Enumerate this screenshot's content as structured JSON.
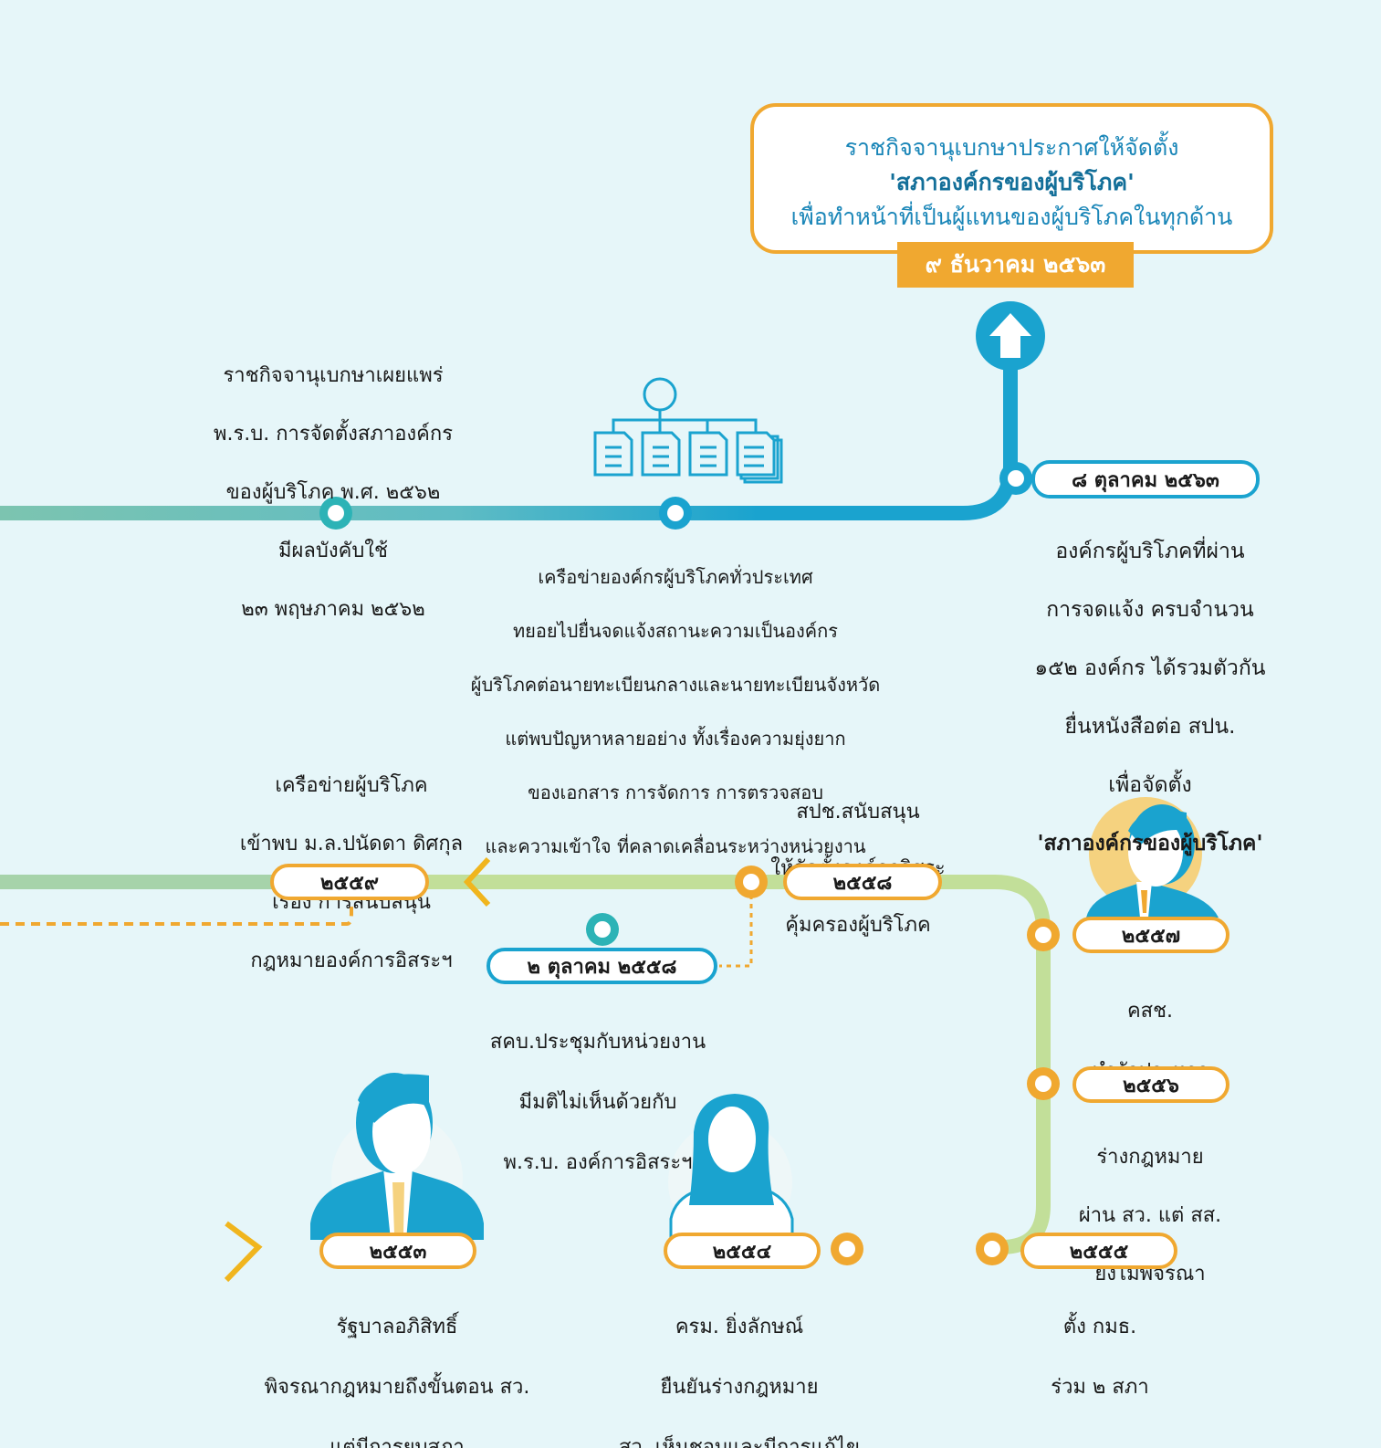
{
  "top_box": {
    "line1": "ราชกิจจานุเบกษาประกาศให้จัดตั้ง",
    "line2": "'สภาองค์กรของผู้บริโภค'",
    "line3": "เพื่อทำหน้าที่เป็นผู้แทนของผู้บริโภคในทุกด้าน",
    "date": "๙ ธันวาคม ๒๕๖๓"
  },
  "events": {
    "e2562": {
      "lines": [
        "ราชกิจจานุเบกษาเผยแพร่",
        "พ.ร.บ. การจัดตั้งสภาองค์กร",
        "ของผู้บริโภค พ.ศ. ๒๕๖๒",
        "มีผลบังคับใช้",
        "๒๓ พฤษภาคม ๒๕๖๒"
      ]
    },
    "network": {
      "lines": [
        "เครือข่ายองค์กรผู้บริโภคทั่วประเทศ",
        "ทยอยไปยื่นจดแจ้งสถานะความเป็นองค์กร",
        "ผู้บริโภคต่อนายทะเบียนกลางและนายทะเบียนจังหวัด",
        "แต่พบปัญหาหลายอย่าง ทั้งเรื่องความยุ่งยาก",
        "ของเอกสาร การจัดการ การตรวจสอบ",
        "และความเข้าใจ ที่คลาดเคลื่อนระหว่างหน่วยงาน"
      ]
    },
    "oct2563": {
      "date": "๘ ตุลาคม ๒๕๖๓",
      "lines": [
        "องค์กรผู้บริโภคที่ผ่าน",
        "การจดแจ้ง ครบจำนวน",
        "๑๕๒ องค์กร ได้รวมตัวกัน",
        "ยื่นหนังสือต่อ สปน.",
        "เพื่อจัดตั้ง"
      ],
      "bold_line": "'สภาองค์กรของผู้บริโภค'"
    },
    "y2559": {
      "year": "๒๕๕๙",
      "lines": [
        "เครือข่ายผู้บริโภค",
        "เข้าพบ ม.ล.ปนัดดา ดิศกุล",
        "เรื่อง การสนับสนุน",
        "กฎหมายองค์การอิสระฯ"
      ]
    },
    "y2558": {
      "year": "๒๕๕๘",
      "lines": [
        "สปช.สนับสนุน",
        "ให้จัดตั้งองค์กรอิสระ",
        "คุ้มครองผู้บริโภค"
      ]
    },
    "oct2558": {
      "date": "๒ ตุลาคม ๒๕๕๘",
      "lines": [
        "สคบ.ประชุมกับหน่วยงาน",
        "มีมติไม่เห็นด้วยกับ",
        "พ.ร.บ. องค์การอิสระฯ"
      ]
    },
    "y2557": {
      "year": "๒๕๕๗",
      "lines": [
        "คสช.",
        "ทำรัฐประหาร"
      ]
    },
    "y2556": {
      "year": "๒๕๕๖",
      "lines": [
        "ร่างกฎหมาย",
        "ผ่าน สว. แต่ สส.",
        "ยังไม่พิจรณา"
      ]
    },
    "y2555": {
      "year": "๒๕๕๕",
      "lines": [
        "ตั้ง กมธ.",
        "ร่วม ๒ สภา"
      ]
    },
    "y2554": {
      "year": "๒๕๕๔",
      "lines": [
        "ครม. ยิ่งลักษณ์",
        "ยืนยันร่างกฎหมาย",
        "สว. เห็นชอบและมีการแก้ไข"
      ]
    },
    "y2553": {
      "year": "๒๕๕๓",
      "lines": [
        "รัฐบาลอภิสิทธิ์",
        "พิจรณากฎหมายถึงขั้นตอน สว.",
        "แต่มีการยุบสภา"
      ]
    }
  },
  "icons": [
    "arrow-up-icon",
    "org-chart-icon",
    "person-icon"
  ],
  "colors": {
    "background": "#e6f6f9",
    "track_green": "#7cc4b0",
    "track_blue": "#1aa3cf",
    "track_lime": "#c2df99",
    "orange": "#f0a830",
    "dark_blue": "#1a86b8"
  }
}
